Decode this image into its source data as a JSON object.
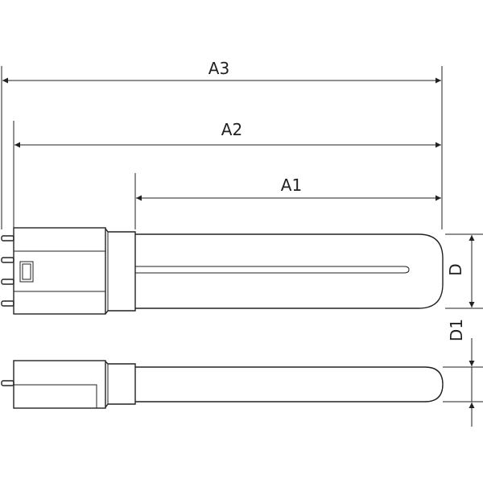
{
  "dimensions": {
    "a3": "A3",
    "a2": "A2",
    "a1": "A1",
    "d": "D",
    "d1": "D1"
  },
  "colors": {
    "line": "#222222",
    "background": "#ffffff"
  }
}
